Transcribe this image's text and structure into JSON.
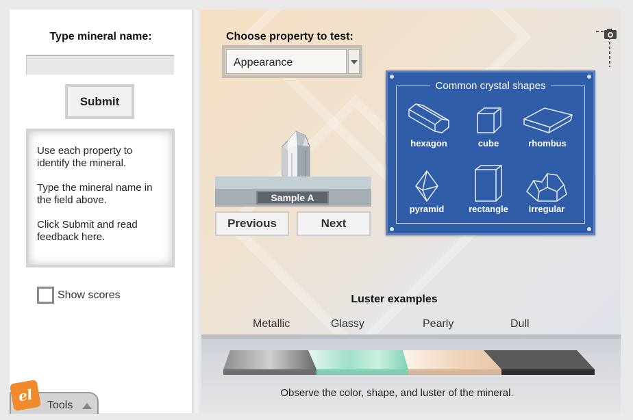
{
  "left": {
    "mineral_label": "Type mineral name:",
    "mineral_input_value": "",
    "submit_label": "Submit",
    "feedback": [
      "Use each property to identify the mineral.",
      "Type the mineral name in the field above.",
      "Click Submit and read feedback here."
    ],
    "show_scores_label": "Show scores",
    "show_scores_checked": false,
    "tools_label": "Tools",
    "logo_text": "el"
  },
  "main": {
    "property_label": "Choose property to test:",
    "property_selected": "Appearance",
    "sample_label": "Sample A",
    "previous_label": "Previous",
    "next_label": "Next",
    "poster": {
      "title": "Common crystal shapes",
      "shapes": [
        "hexagon",
        "cube",
        "rhombus",
        "pyramid",
        "rectangle",
        "irregular"
      ]
    },
    "luster": {
      "title": "Luster examples",
      "labels": [
        "Metallic",
        "Glassy",
        "Pearly",
        "Dull"
      ]
    },
    "observe_text": "Observe the color, shape, and luster of the mineral."
  },
  "colors": {
    "poster_blue": "#2f5da8",
    "logo_orange": "#f08a2a"
  },
  "icons": {
    "camera": "camera-icon",
    "dropdown": "chevron-down-icon",
    "tools": "chevron-up-icon"
  }
}
